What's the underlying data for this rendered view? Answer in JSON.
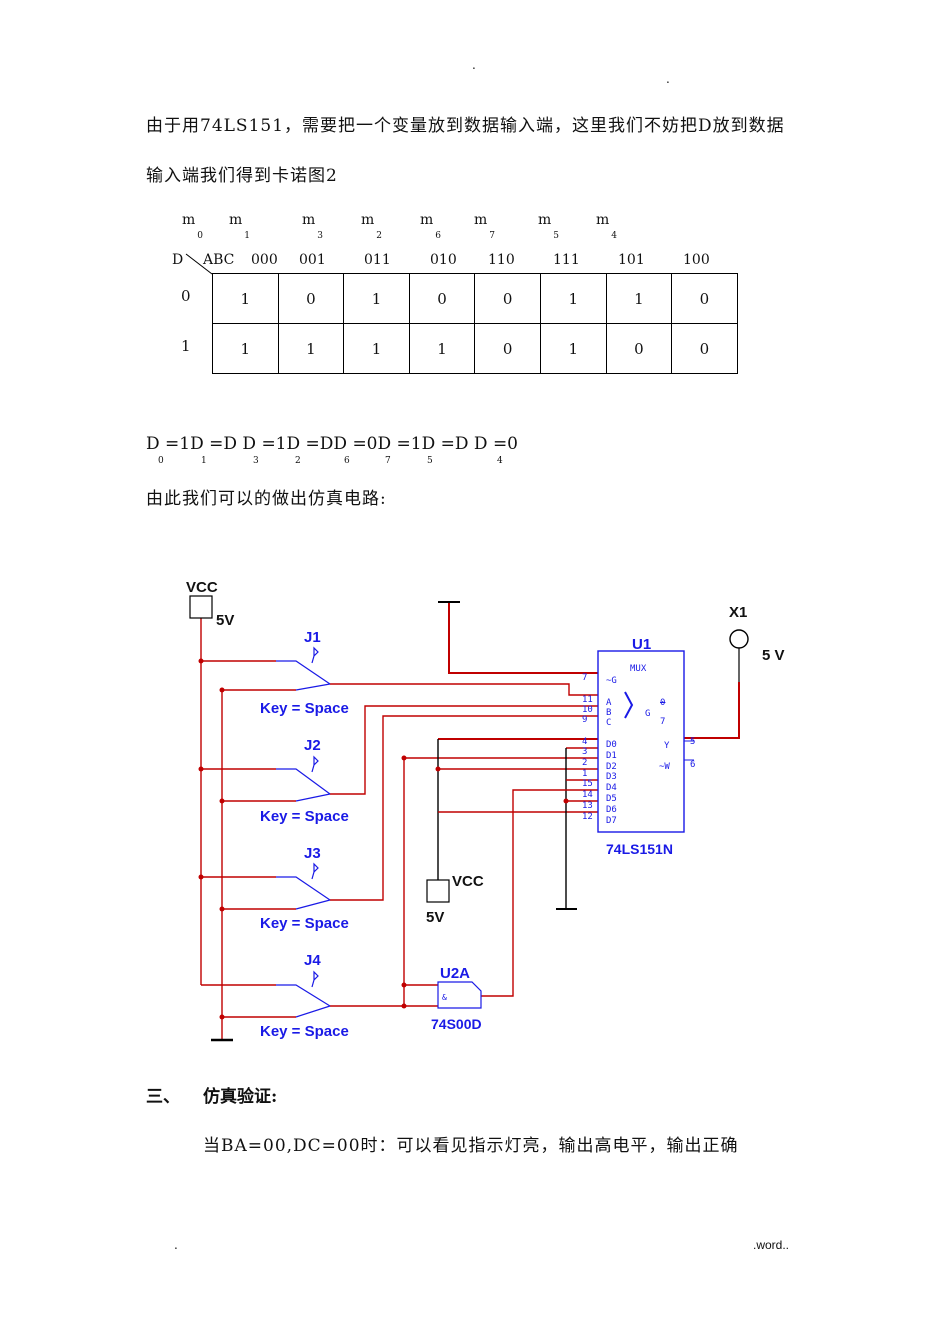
{
  "header_marks": {
    "dot_a": ".",
    "dot_b": "."
  },
  "intro": {
    "line1": "由于用74LS151，需要把一个变量放到数据输入端，这里我们不妨把D放到数据",
    "line2": "输入端我们得到卡诺图2"
  },
  "kmap": {
    "minterms": [
      {
        "m": "m",
        "idx": "0"
      },
      {
        "m": "m",
        "idx": "1"
      },
      {
        "m": "m",
        "idx": "3"
      },
      {
        "m": "m",
        "idx": "2"
      },
      {
        "m": "m",
        "idx": "6"
      },
      {
        "m": "m",
        "idx": "7"
      },
      {
        "m": "m",
        "idx": "5"
      },
      {
        "m": "m",
        "idx": "4"
      }
    ],
    "corner_row_var": "D",
    "corner_col_var": "ABC",
    "col_codes": [
      "000",
      "001",
      "011",
      "010",
      "110",
      "111",
      "101",
      "100"
    ],
    "row_labels": [
      "0",
      "1"
    ],
    "rows": [
      [
        "1",
        "0",
        "1",
        "0",
        "0",
        "1",
        "1",
        "0"
      ],
      [
        "1",
        "1",
        "1",
        "1",
        "0",
        "1",
        "0",
        "0"
      ]
    ]
  },
  "equation": {
    "text": "D =1D =D D =1D =DD =0D =1D =D     D =0",
    "subscripts": [
      "0",
      "1",
      "3",
      "2",
      "6",
      "7",
      "5",
      "4"
    ]
  },
  "circuit_intro": "由此我们可以的做出仿真电路:",
  "circuit": {
    "vcc_top_label": "VCC",
    "vcc_top_value": "5V",
    "switches": [
      {
        "name": "J1",
        "key": "Key = Space"
      },
      {
        "name": "J2",
        "key": "Key = Space"
      },
      {
        "name": "J3",
        "key": "Key = Space"
      },
      {
        "name": "J4",
        "key": "Key = Space"
      }
    ],
    "mux": {
      "ref": "U1",
      "part": "74LS151N",
      "title": "MUX",
      "left_pins": [
        {
          "num": "7",
          "name": "~G"
        },
        {
          "num": "11",
          "name": "A"
        },
        {
          "num": "10",
          "name": "B"
        },
        {
          "num": "9",
          "name": "C"
        },
        {
          "num": "4",
          "name": "D0"
        },
        {
          "num": "3",
          "name": "D1"
        },
        {
          "num": "2",
          "name": "D2"
        },
        {
          "num": "1",
          "name": "D3"
        },
        {
          "num": "15",
          "name": "D4"
        },
        {
          "num": "14",
          "name": "D5"
        },
        {
          "num": "13",
          "name": "D6"
        },
        {
          "num": "12",
          "name": "D7"
        }
      ],
      "inner_g": "G",
      "inner_range": "0",
      "inner_range2": "7",
      "right_pins": [
        {
          "num": "5",
          "name": "Y"
        },
        {
          "num": "6",
          "name": "~W"
        }
      ]
    },
    "lamp": {
      "ref": "X1",
      "value": "5 V"
    },
    "vcc_mid_label": "VCC",
    "vcc_mid_value": "5V",
    "gate": {
      "ref": "U2A",
      "part": "74S00D",
      "symbol": "&"
    },
    "wire_color": "#c00000",
    "component_color": "#1a1ae6"
  },
  "section": {
    "number": "三、",
    "title": "仿真验证:"
  },
  "result_line": "当BA=00,DC=00时：可以看见指示灯亮，输出高电平，输出正确",
  "footer": {
    "left": ".",
    "right": ".word.."
  }
}
